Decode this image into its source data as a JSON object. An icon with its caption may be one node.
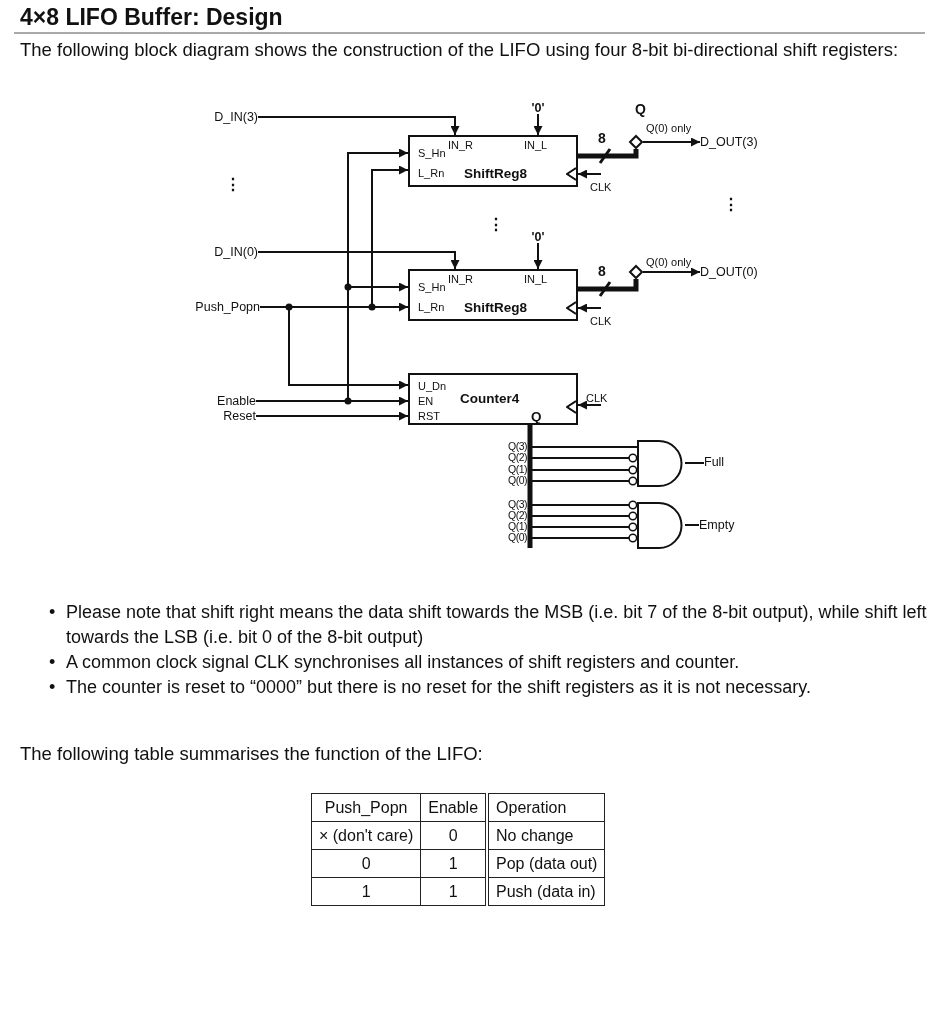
{
  "diagram": {
    "title": "4×8 LIFO Buffer: Design",
    "nodes": [
      {
        "text": [
          "D_IN(3)"
        ]
      },
      {
        "text": [
          "'0'"
        ]
      },
      {
        "text": [
          "S_Hn",
          "IN_R",
          "IN_L",
          "L_Rn",
          "ShiftReg8"
        ]
      },
      {
        "text": [],
        "shape": "diamond"
      },
      {
        "text": [
          "D_OUT(3)"
        ]
      },
      {
        "text": [
          "D_IN(0)"
        ]
      },
      {
        "text": [
          "'0'"
        ]
      },
      {
        "text": [
          "S_Hn",
          "IN_R",
          "IN_L",
          "L_Rn",
          "ShiftReg8"
        ]
      },
      {
        "text": [],
        "shape": "diamond"
      },
      {
        "text": [
          "D_OUT(0)"
        ]
      },
      {
        "text": [
          "Push_Popn"
        ]
      },
      {
        "text": [
          "Enable"
        ]
      },
      {
        "text": [
          "Reset"
        ]
      },
      {
        "text": [
          "U_Dn",
          "EN",
          "RST",
          "Counter4",
          "Q"
        ]
      },
      {
        "text": [],
        "shape": "gate"
      },
      {
        "text": [
          "Full"
        ]
      },
      {
        "text": [],
        "shape": "gate"
      },
      {
        "text": [
          "Empty"
        ]
      }
    ],
    "edges": [
      {
        "from": 0,
        "to": 2,
        "arrow": "to"
      },
      {
        "from": 1,
        "to": 2,
        "arrow": "to"
      },
      {
        "from": 10,
        "to": 2,
        "arrow": "to"
      },
      {
        "from": 10,
        "to": 7,
        "arrow": "to"
      },
      {
        "from": 10,
        "to": 13,
        "arrow": "to"
      },
      {
        "from": 11,
        "to": 2,
        "arrow": "to"
      },
      {
        "from": 11,
        "to": 7,
        "arrow": "to"
      },
      {
        "from": 11,
        "to": 13,
        "arrow": "to"
      },
      {
        "from": 12,
        "to": 13,
        "arrow": "to"
      },
      {
        "from": 5,
        "to": 7,
        "arrow": "to"
      },
      {
        "from": 6,
        "to": 7,
        "arrow": "to"
      },
      {
        "from": 2,
        "to": 3,
        "arrow": "none",
        "label": "8",
        "style": "thick"
      },
      {
        "from": 3,
        "to": 4,
        "arrow": "to",
        "label": "Q(0) only"
      },
      {
        "from": 7,
        "to": 8,
        "arrow": "none",
        "label": "8",
        "style": "thick"
      },
      {
        "from": 8,
        "to": 9,
        "arrow": "to",
        "label": "Q(0) only"
      },
      {
        "from": null,
        "to": 2,
        "arrow": "to",
        "label": "CLK"
      },
      {
        "from": null,
        "to": 7,
        "arrow": "to",
        "label": "CLK"
      },
      {
        "from": null,
        "to": 13,
        "arrow": "to",
        "label": "CLK"
      },
      {
        "from": 13,
        "to": 14,
        "arrow": "none",
        "label": "Q(3)"
      },
      {
        "from": 13,
        "to": 14,
        "arrow": "other",
        "label": "Q(2)"
      },
      {
        "from": 13,
        "to": 14,
        "arrow": "other",
        "label": "Q(1)"
      },
      {
        "from": 13,
        "to": 14,
        "arrow": "other",
        "label": "Q(0)"
      },
      {
        "from": 13,
        "to": 16,
        "arrow": "other",
        "label": "Q(3)"
      },
      {
        "from": 13,
        "to": 16,
        "arrow": "other",
        "label": "Q(2)"
      },
      {
        "from": 13,
        "to": 16,
        "arrow": "other",
        "label": "Q(1)"
      },
      {
        "from": 13,
        "to": 16,
        "arrow": "other",
        "label": "Q(0)"
      },
      {
        "from": 14,
        "to": 15,
        "arrow": "none"
      },
      {
        "from": 16,
        "to": 17,
        "arrow": "none"
      }
    ],
    "labels": [
      "The following block diagram shows the construction of the LIFO using four 8-bit bi-directional shift registers:",
      "Q",
      "⋮",
      "⋮",
      "⋮",
      "•",
      "Please note that shift right means the data shift towards the MSB (i.e. bit 7 of the 8-bit output), while shift left towards the LSB (i.e. bit 0 of the 8-bit output)",
      "•",
      "A common clock signal CLK synchronises all instances of shift registers and counter.",
      "•",
      "The counter is reset to “0000” but there is no reset for the shift registers as it is not necessary.",
      "The following table summarises the function of the LIFO:",
      "Push_Popn",
      "Enable",
      "Operation",
      "× (don't care)",
      "0",
      "No change",
      "0",
      "1",
      "Pop (data out)",
      "1",
      "1",
      "Push (data in)"
    ]
  }
}
